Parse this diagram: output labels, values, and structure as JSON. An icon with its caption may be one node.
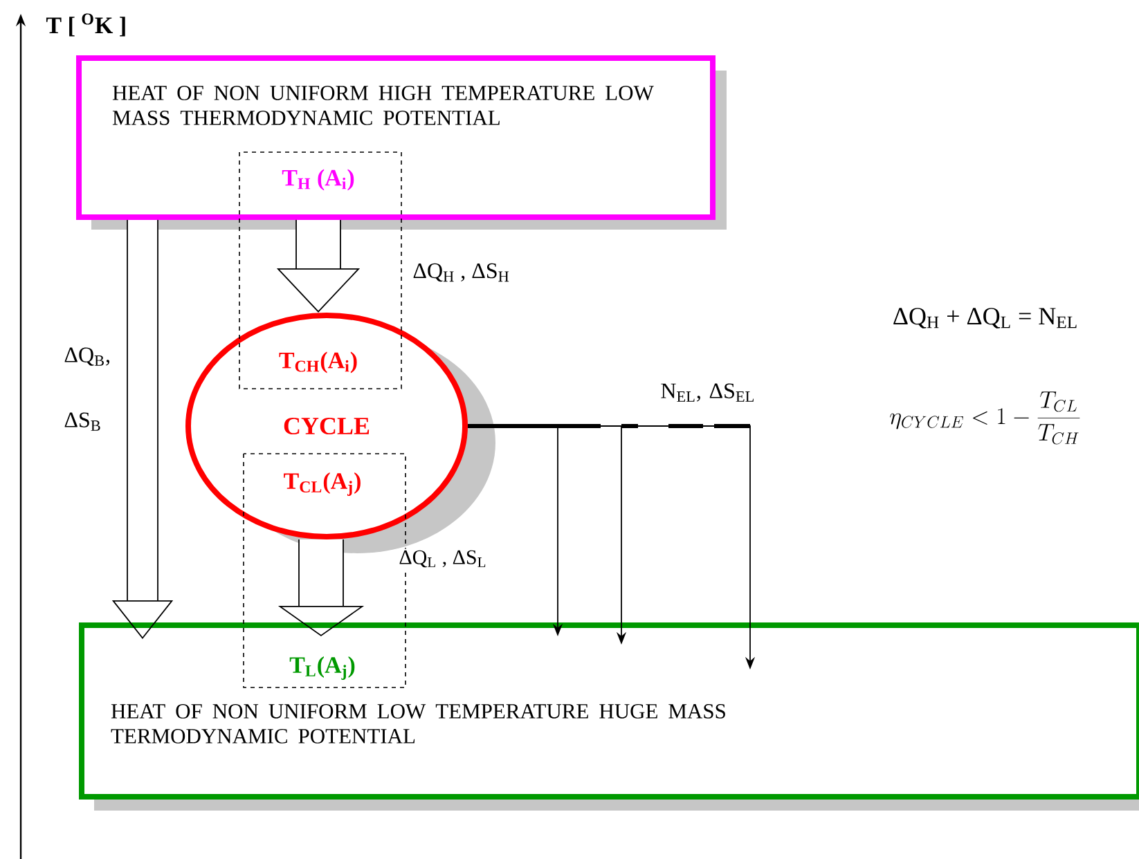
{
  "diagram": {
    "nodes": [
      {
        "text": [
          "HEAT OF NON UNIFORM HIGH TEMPERATURE LOW MASS THERMODYNAMIC POTENTIAL",
          "T$_{H}$ (A$_{i}$)"
        ]
      },
      {
        "text": [
          "T$_{CH}$(A$_{i}$)",
          "CYCLE",
          "T$_{CL}$(A$_{j}$)"
        ]
      },
      {
        "text": [
          "T$_{L}$(A$_{j}$)",
          "HEAT OF NON UNIFORM LOW TEMPERATURE HUGE MASS TERMODYNAMIC POTENTIAL"
        ]
      }
    ],
    "edges": [
      {
        "from": 0,
        "to": 2,
        "arrow": "to",
        "style": "thick",
        "label": "ΔQ$_{B}$, ΔS$_{B}$"
      },
      {
        "from": 0,
        "to": 1,
        "arrow": "to",
        "style": "thick",
        "label": "ΔQ$_{H}$ , ΔS$_{H}$"
      },
      {
        "from": 1,
        "to": 2,
        "arrow": "to",
        "style": "thick",
        "label": "ΔQ$_{L}$ , ΔS$_{L}$"
      },
      {
        "from": 1,
        "to": 2,
        "arrow": "to"
      },
      {
        "from": 1,
        "to": 2,
        "arrow": "to"
      },
      {
        "from": 1,
        "to": 2,
        "arrow": "to",
        "label": "N$_{EL}$, ΔS$_{EL}$"
      }
    ],
    "labels": [
      "T [ $^{O}$K ]",
      "ΔQ$_{H}$ + ΔQ$_{L}$ = N$_{EL}$",
      "\\eta_{CYCLE} < 1 - \\frac{T_{CL}}{T_{CH}}"
    ]
  }
}
